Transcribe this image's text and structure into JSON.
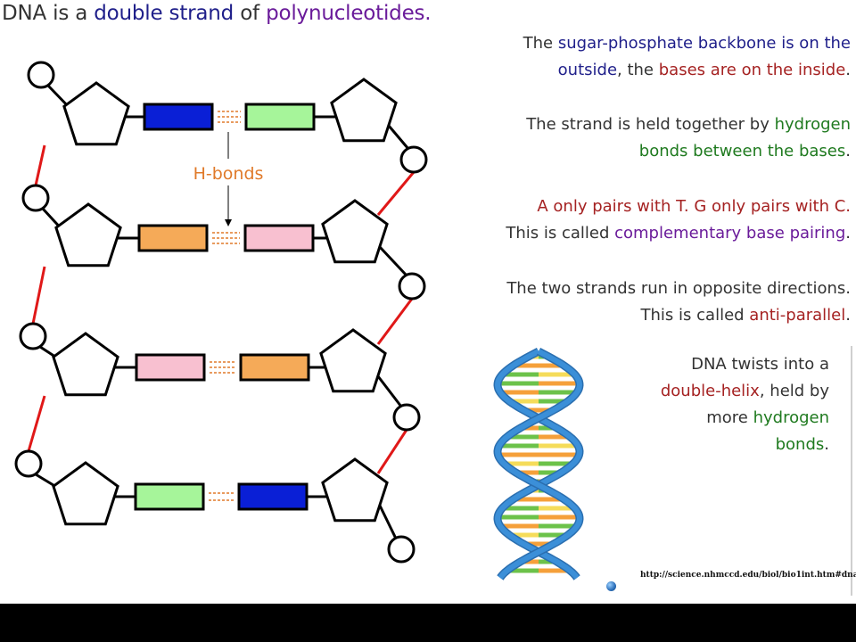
{
  "title": {
    "part1": "DNA is a ",
    "part2": "double strand",
    "part3": " of ",
    "part4": "polynucleotides."
  },
  "diagram": {
    "hbond_label": "H-bonds",
    "rows": [
      {
        "left_base_color": "#0a1fd6",
        "right_base_color": "#a6f59a"
      },
      {
        "left_base_color": "#f5aa58",
        "right_base_color": "#f8c0d0"
      },
      {
        "left_base_color": "#f8c0d0",
        "right_base_color": "#f5aa58"
      },
      {
        "left_base_color": "#a6f59a",
        "right_base_color": "#0a1fd6"
      }
    ],
    "backbone_link_color": "#e01818",
    "hbond_color": "#e07a2a"
  },
  "facts": {
    "p1": {
      "a": "The ",
      "b": "sugar-phosphate backbone is on the outside",
      "c": ", the ",
      "d": "bases are on the inside",
      "e": "."
    },
    "p2": {
      "a": "The strand is held together by ",
      "b": "hydrogen bonds between the bases",
      "c": "."
    },
    "p3": {
      "a": "A only pairs with T. G only pairs with C.",
      "b": "This is called ",
      "c": "complementary base pairing",
      "d": "."
    },
    "p4": {
      "a": "The two strands run in opposite directions.",
      "b": "This is called ",
      "c": "anti-parallel",
      "d": "."
    }
  },
  "helix": {
    "text": {
      "a": "DNA twists into a ",
      "b": "double-helix",
      "c": ", held by more ",
      "d": "hydrogen bonds",
      "e": "."
    },
    "citation": "http://science.nhmccd.edu/biol/bio1int.htm#dna",
    "colors": {
      "strand_blue": "#3b8fd8",
      "base_orange": "#f5a03a",
      "base_green": "#6cc24a",
      "base_yellow": "#f5dc5a"
    }
  }
}
